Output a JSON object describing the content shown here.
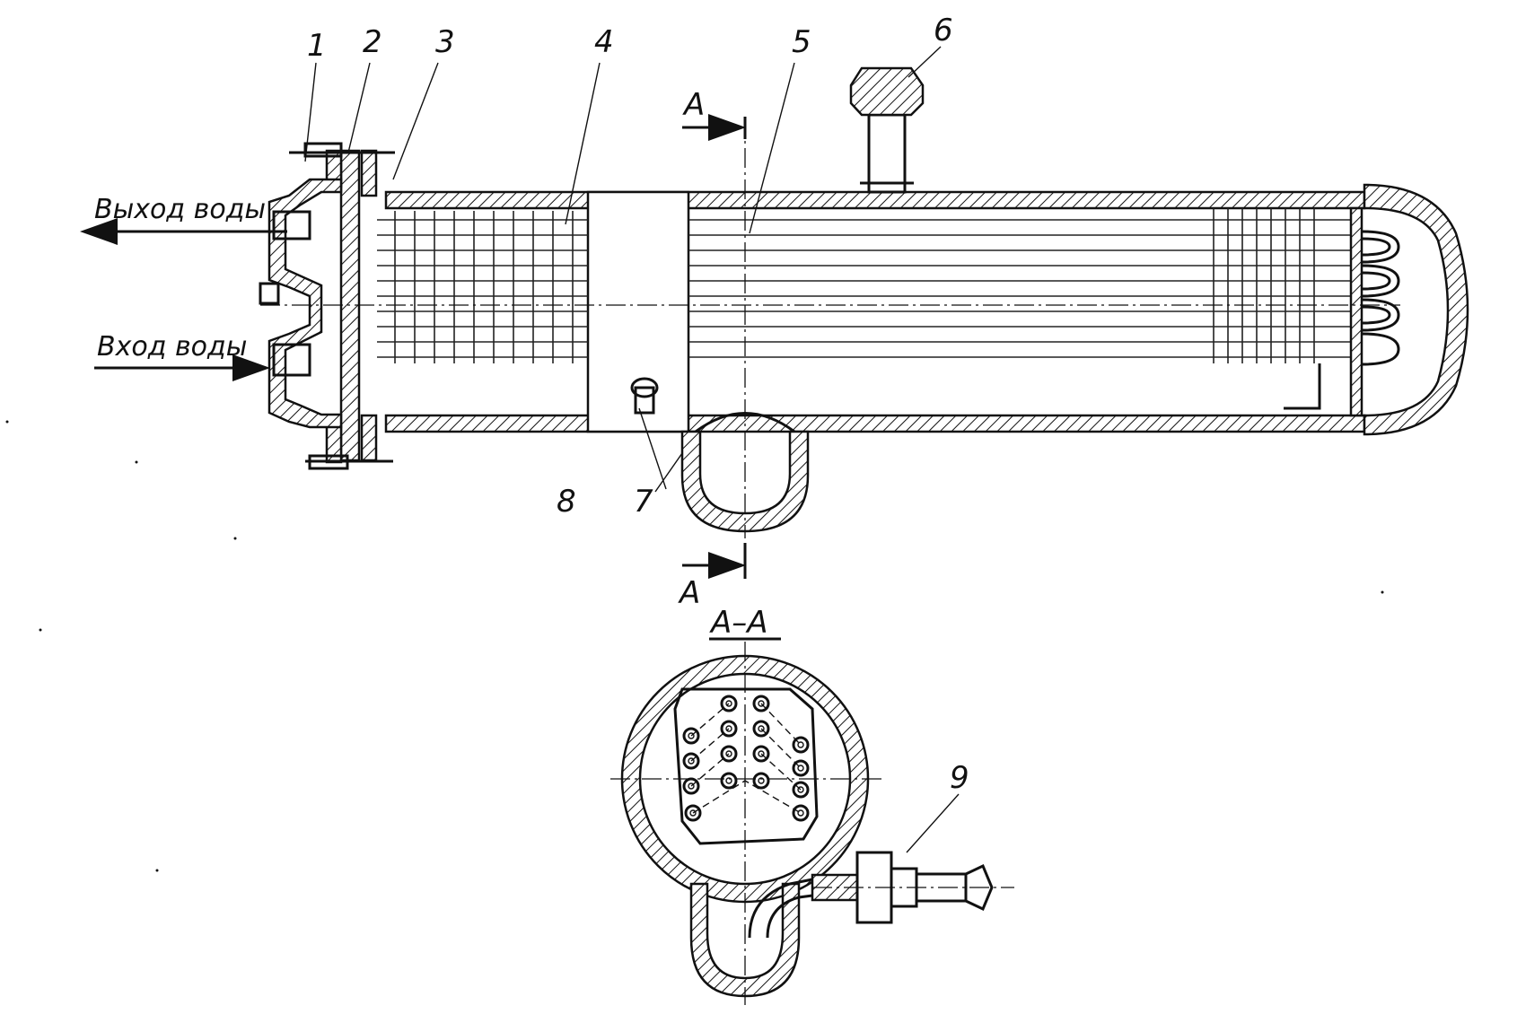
{
  "flows": {
    "outlet_label": "Выход воды",
    "inlet_label": "Вход воды"
  },
  "section": {
    "mark_top": "A",
    "mark_bottom": "A",
    "title": "A–A"
  },
  "callouts": [
    "1",
    "2",
    "3",
    "4",
    "5",
    "6",
    "7",
    "8",
    "9"
  ]
}
